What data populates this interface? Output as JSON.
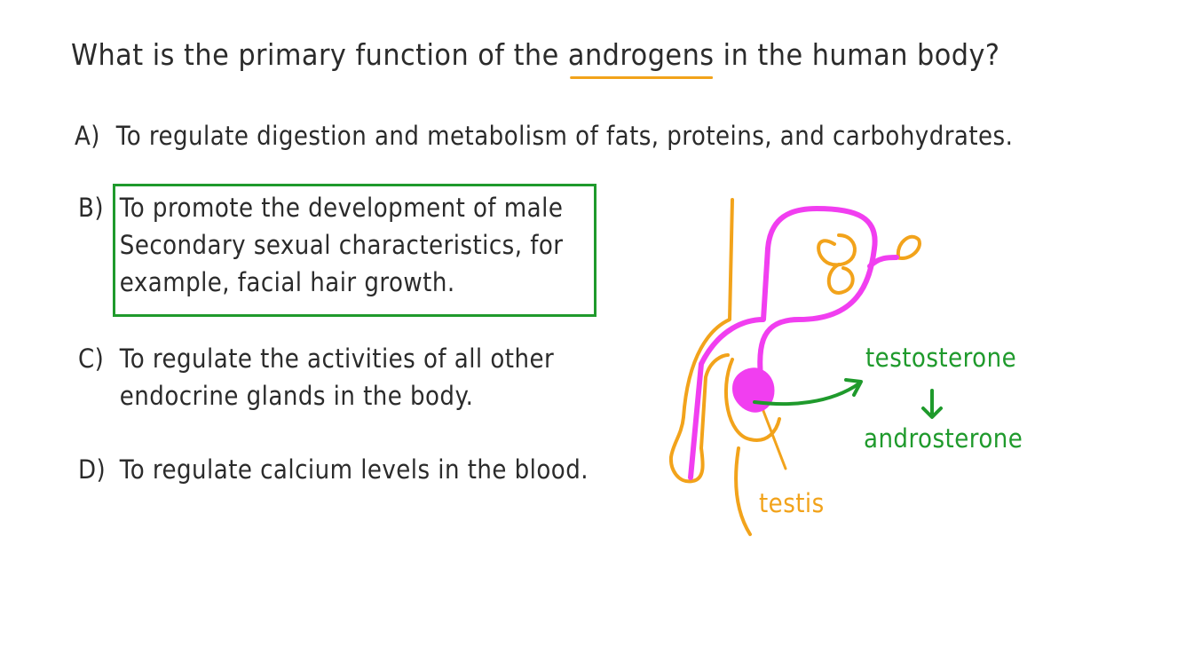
{
  "question": {
    "prefix": "What is the primary function of the ",
    "highlight": "androgens",
    "suffix": " in the human body?"
  },
  "options": {
    "a": {
      "letter": "A)",
      "text": "To regulate digestion and metabolism of fats, proteins, and carbohydrates."
    },
    "b": {
      "letter": "B)",
      "text": "To promote the development of male\nSecondary sexual characteristics, for\nexample, facial hair growth."
    },
    "c": {
      "letter": "C)",
      "text": "To regulate the activities of all other\nendocrine glands in the body."
    },
    "d": {
      "letter": "D)",
      "text": "To regulate calcium levels in the blood."
    }
  },
  "diagram": {
    "testosterone_label": "testosterone",
    "androsterone_label": "androsterone",
    "testis_label": "testis"
  },
  "colors": {
    "orange": "#f2a31b",
    "magenta": "#f13ef0",
    "green": "#1f9a2c",
    "ink": "#2b2b2b"
  }
}
